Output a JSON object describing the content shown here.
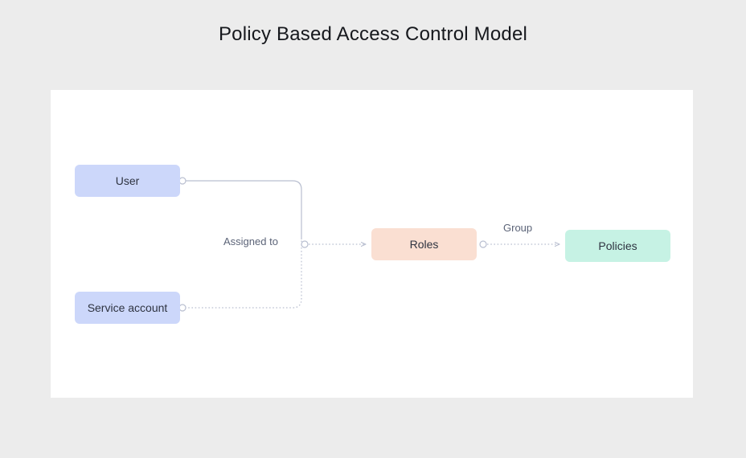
{
  "page": {
    "title": "Policy Based Access Control Model",
    "background_color": "#ececec",
    "canvas_color": "#ffffff"
  },
  "diagram": {
    "type": "flow-diagram",
    "nodes": [
      {
        "id": "user",
        "label": "User",
        "color": "#ccd7fa",
        "text_color": "#2e3340"
      },
      {
        "id": "service",
        "label": "Service account",
        "color": "#ccd7fa",
        "text_color": "#2e3340"
      },
      {
        "id": "roles",
        "label": "Roles",
        "color": "#fadfd2",
        "text_color": "#2e3340"
      },
      {
        "id": "policies",
        "label": "Policies",
        "color": "#c6f2e4",
        "text_color": "#2e3340"
      }
    ],
    "edges": [
      {
        "id": "user-to-junction",
        "from": "user",
        "to": "junction",
        "label": "",
        "style": "solid"
      },
      {
        "id": "service-to-junction",
        "from": "service",
        "to": "junction",
        "label": "",
        "style": "dotted"
      },
      {
        "id": "junction-to-roles",
        "from": "junction",
        "to": "roles",
        "label": "Assigned to",
        "style": "dotted",
        "arrow": true
      },
      {
        "id": "roles-to-policies",
        "from": "roles",
        "to": "policies",
        "label": "Group",
        "style": "dotted",
        "arrow": true
      }
    ],
    "edge_color": "#b9bfd0",
    "port_color": "#ffffff",
    "port_border_color": "#b9bfd0"
  }
}
